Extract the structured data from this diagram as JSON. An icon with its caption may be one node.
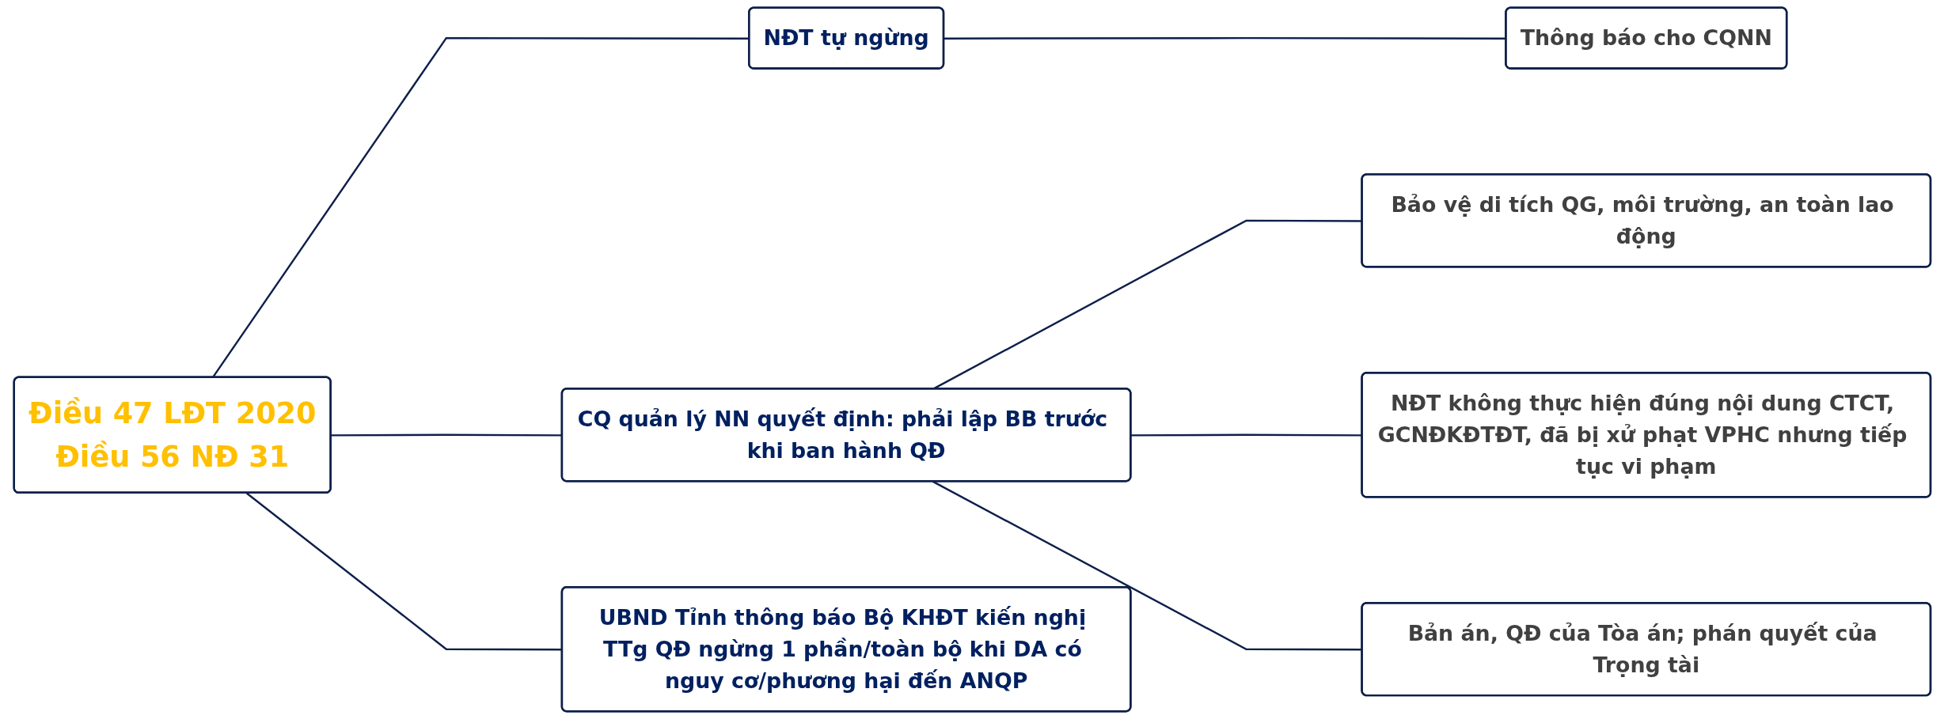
{
  "diagram": {
    "nodes": [
      {
        "text": [
          "Điều 47 LĐT 2020",
          "Điều 56 NĐ 31"
        ]
      },
      {
        "text": [
          "NĐT tự ngừng"
        ]
      },
      {
        "text": [
          "Thông báo cho CQNN"
        ]
      },
      {
        "text": [
          "CQ quản lý NN quyết định: phải lập BB trước khi ban hành QĐ"
        ]
      },
      {
        "text": [
          "Bảo vệ di tích QG, môi trường, an toàn lao động"
        ]
      },
      {
        "text": [
          "NĐT không thực hiện đúng nội dung CTCT, GCNĐKĐTĐT, đã bị xử phạt VPHC nhưng tiếp tục vi phạm"
        ]
      },
      {
        "text": [
          "Bản án, QĐ của Tòa án; phán quyết của Trọng tài"
        ]
      },
      {
        "text": [
          "UBND Tỉnh thông báo Bộ KHĐT kiến nghị TTg QĐ ngừng 1 phần/toàn bộ khi DA có nguy cơ/phương hại đến ANQP"
        ]
      }
    ],
    "edges": [
      {
        "from": 0,
        "to": 1,
        "arrow": "none"
      },
      {
        "from": 1,
        "to": 2,
        "arrow": "none"
      },
      {
        "from": 0,
        "to": 3,
        "arrow": "none"
      },
      {
        "from": 3,
        "to": 4,
        "arrow": "none"
      },
      {
        "from": 3,
        "to": 5,
        "arrow": "none"
      },
      {
        "from": 3,
        "to": 6,
        "arrow": "none"
      },
      {
        "from": 0,
        "to": 7,
        "arrow": "none"
      }
    ]
  }
}
